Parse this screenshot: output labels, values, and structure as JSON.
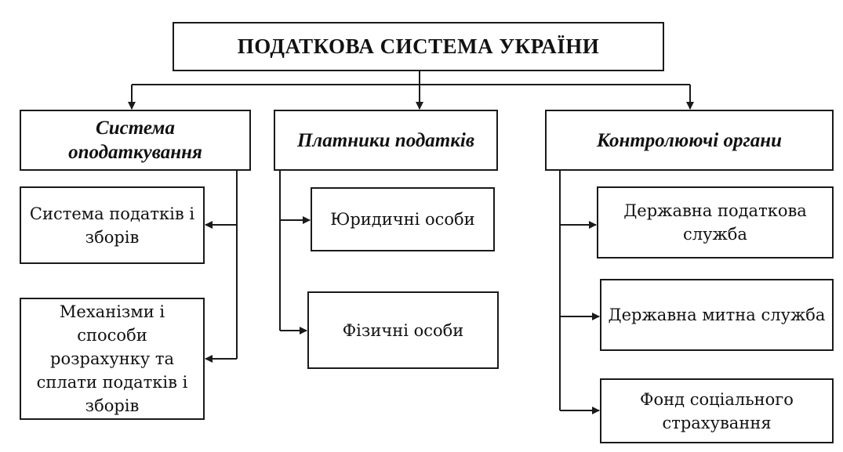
{
  "diagram": {
    "title": "ПОДАТКОВА СИСТЕМА УКРАЇНИ",
    "categories": [
      {
        "label": "Система оподаткування",
        "items": [
          "Система податків і зборів",
          "Механізми і способи розрахунку та сплати податків і зборів"
        ]
      },
      {
        "label": "Платники податків",
        "items": [
          "Юридичні особи",
          "Фізичні особи"
        ]
      },
      {
        "label": "Контролюючі органи",
        "items": [
          "Державна податкова служба",
          "Державна митна служба",
          "Фонд соціального страхування"
        ]
      }
    ]
  },
  "colors": {
    "line": "#1a1a1a",
    "background": "#ffffff"
  }
}
